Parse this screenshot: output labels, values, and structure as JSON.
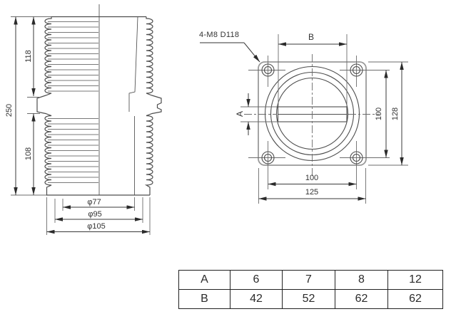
{
  "drawing": {
    "left_view": {
      "height_overall": "250",
      "height_upper": "118",
      "height_lower": "108",
      "dia_inner": "φ77",
      "dia_middle": "φ95",
      "dia_outer": "φ105"
    },
    "right_view": {
      "bolt_callout": "4-M8 D118",
      "slot_width_label": "B",
      "slot_height_label": "A",
      "hole_spacing_vertical": "100",
      "flange_height": "128",
      "hole_spacing_horizontal": "100",
      "flange_width": "125"
    }
  },
  "table": {
    "rows": [
      {
        "label": "A",
        "values": [
          "6",
          "7",
          "8",
          "12"
        ]
      },
      {
        "label": "B",
        "values": [
          "42",
          "52",
          "62",
          "62"
        ]
      }
    ]
  }
}
